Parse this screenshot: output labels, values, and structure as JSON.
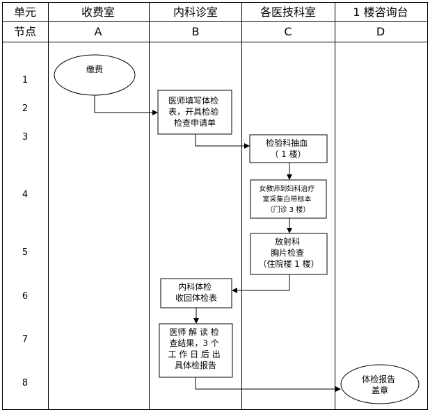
{
  "header": {
    "unit_label": "单元",
    "node_label": "节点",
    "lanes": [
      {
        "name": "收费室",
        "node": "A"
      },
      {
        "name": "内科诊室",
        "node": "B"
      },
      {
        "name": "各医技科室",
        "node": "C"
      },
      {
        "name": "1 楼咨询台",
        "node": "D"
      }
    ]
  },
  "rows": [
    "1",
    "2",
    "3",
    "4",
    "5",
    "6",
    "7",
    "8"
  ],
  "nodes": {
    "pay": [
      "缴费"
    ],
    "doctor_form": [
      "医师填写体检",
      "表，开具检验",
      "检查申请单"
    ],
    "blood": [
      "检验科抽血",
      "（ 1 楼）"
    ],
    "urine": [
      "女教师到妇科治疗",
      "室采集白带标本",
      "（门诊 3 楼）"
    ],
    "xray": [
      "放射科",
      "胸片检查",
      "（住院楼 1 楼）"
    ],
    "collect": [
      "内科体检",
      "收回体检表"
    ],
    "interpret": [
      "医师 解 读 检",
      "查结果，3 个",
      "工 作 日 后 出",
      "具体检报告"
    ],
    "stamp": [
      "体检报告",
      "盖章"
    ]
  }
}
